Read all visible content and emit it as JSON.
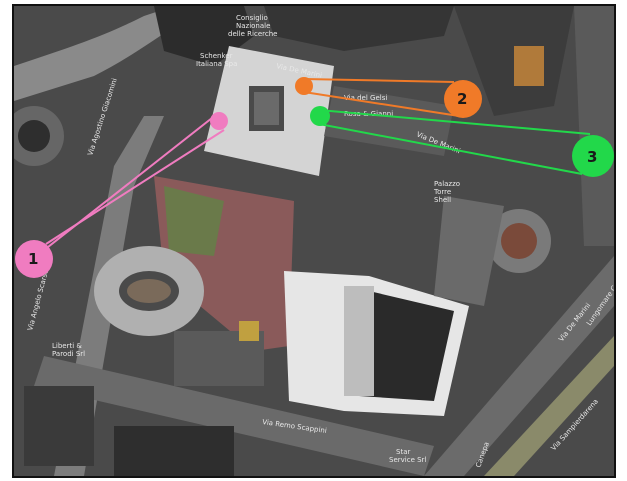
{
  "labels": {
    "consiglio": "Consiglio",
    "nazionale": "Nazionale",
    "ricerche": "delle Ricerche",
    "schenker1": "Schenker",
    "schenker2": "Italiana Spa",
    "via_de_marini_top": "Via De Marini",
    "via_g_cesare_dell": "Via del Gelsi",
    "rosa": "Rosa & Gianni",
    "via_de_marini_mid": "Via De Marini",
    "palazzo1": "Palazzo",
    "palazzo2": "Torre",
    "palazzo3": "Shell",
    "via_agostino": "Via Agostino Giacomini",
    "via_low": "Via Angelo Scarsellini",
    "liberti1": "Liberti &",
    "liberti2": "Parodi Srl",
    "via_remo": "Via Remo Scappini",
    "lungomare": "Lungomare Canepa",
    "via_de_marini_right": "Via De Marini",
    "star1": "Star",
    "star2": "Service Srl",
    "via_sampierdarena": "Via Sampierdarena",
    "canepa": "Canepa"
  },
  "markers": [
    {
      "id": "1",
      "color": "#f07cc0"
    },
    {
      "id": "2",
      "color": "#f07a28"
    },
    {
      "id": "3",
      "color": "#22d84a"
    }
  ]
}
